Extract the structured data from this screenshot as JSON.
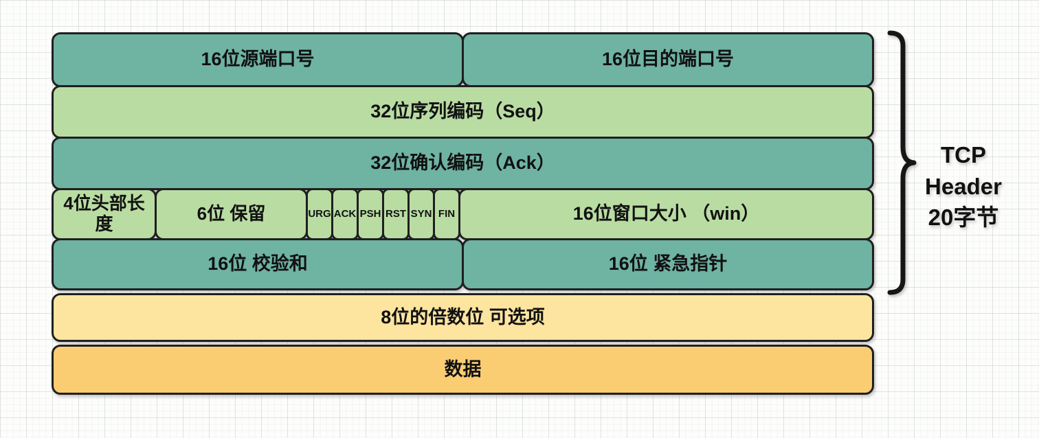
{
  "fields": {
    "src_port": "16位源端口号",
    "dst_port": "16位目的端口号",
    "seq": "32位序列编码（Seq）",
    "ack": "32位确认编码（Ack）",
    "header_len": "4位头部长度",
    "reserved": "6位 保留",
    "flags": [
      "URG",
      "ACK",
      "PSH",
      "RST",
      "SYN",
      "FIN"
    ],
    "window": "16位窗口大小 （win）",
    "checksum": "16位 校验和",
    "urgent_ptr": "16位 紧急指针",
    "options": "8位的倍数位 可选项",
    "data": "数据"
  },
  "annotation": {
    "lines": [
      "TCP",
      "Header",
      "20字节"
    ]
  },
  "colors": {
    "teal": "#6FB3A3",
    "green": "#B9DCA3",
    "light-yellow": "#FDE5A0",
    "orange": "#FACD72",
    "border": "#1F1F1F",
    "text": "#111111",
    "background": "#FDFDFC"
  }
}
